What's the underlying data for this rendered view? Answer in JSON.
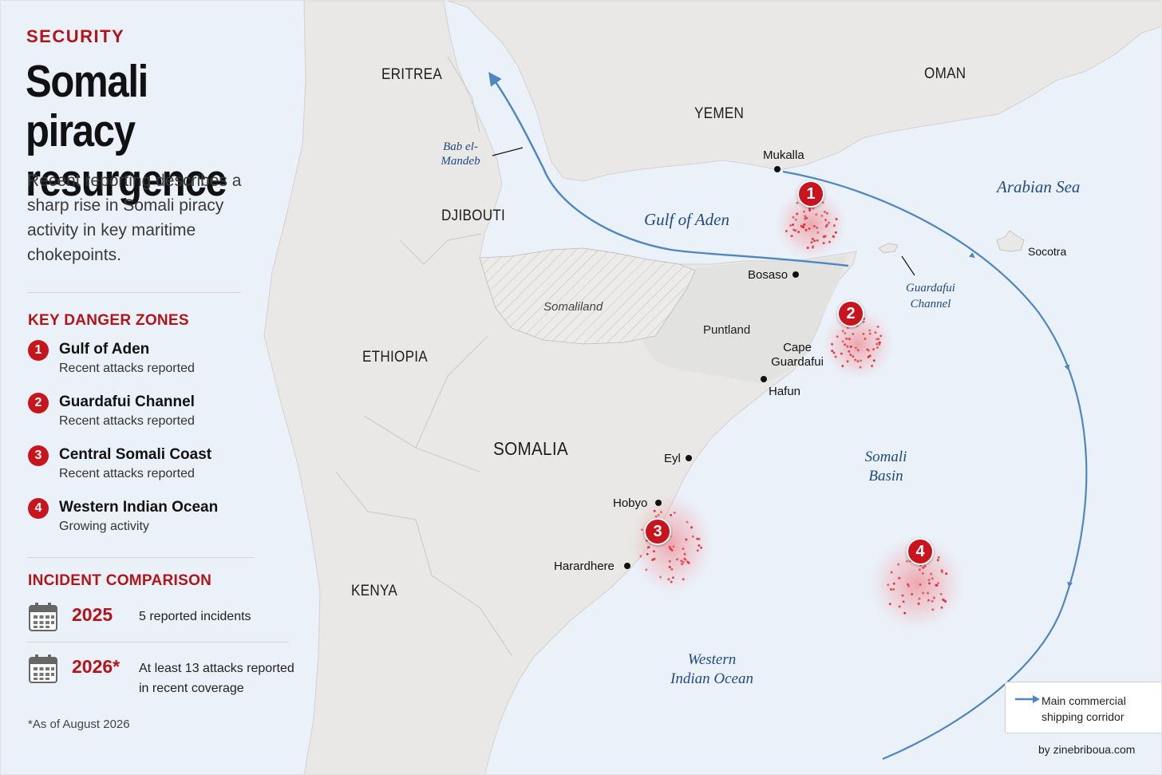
{
  "header": {
    "kicker": "SECURITY",
    "title": "Somali piracy resurgence",
    "subtitle": "Recent reporting describes a sharp rise in Somali piracy activity in key maritime chokepoints."
  },
  "zones": {
    "heading": "KEY DANGER ZONES",
    "items": [
      {
        "num": "1",
        "name": "Gulf of Aden",
        "desc": "Recent attacks reported"
      },
      {
        "num": "2",
        "name": "Guardafui Channel",
        "desc": "Recent attacks reported"
      },
      {
        "num": "3",
        "name": "Central Somali Coast",
        "desc": "Recent attacks reported"
      },
      {
        "num": "4",
        "name": "Western Indian Ocean",
        "desc": "Growing activity"
      }
    ]
  },
  "incidents": {
    "heading": "INCIDENT COMPARISON",
    "items": [
      {
        "year": "2025",
        "note": "5 reported incidents"
      },
      {
        "year": "2026*",
        "note": "At least 13 attacks reported in recent coverage"
      }
    ]
  },
  "footnote": "*As of August 2026",
  "map": {
    "countries": {
      "eritrea": "ERITREA",
      "yemen": "YEMEN",
      "oman": "OMAN",
      "djibouti": "DJIBOUTI",
      "ethiopia": "ETHIOPIA",
      "somalia": "SOMALIA",
      "kenya": "KENYA"
    },
    "regions": {
      "somaliland": "Somaliland",
      "puntland": "Puntland"
    },
    "cities": {
      "mukalla": "Mukalla",
      "bosaso": "Bosaso",
      "cape_guardafui": "Cape Guardafui",
      "hafun": "Hafun",
      "eyl": "Eyl",
      "hobyo": "Hobyo",
      "harardhere": "Harardhere",
      "socotra": "Socotra"
    },
    "waters": {
      "bab": "Bab el-Mandeb",
      "gulf": "Gulf of Aden",
      "arabian": "Arabian Sea",
      "guardafui": "Guardafui Channel",
      "basin": "Somali Basin",
      "wio": "Western Indian Ocean"
    },
    "markers": [
      "1",
      "2",
      "3",
      "4"
    ],
    "colors": {
      "sea": "#eaf1f9",
      "land": "#e9e8e6",
      "hotspot": "#e0242c",
      "route": "#4f86c2"
    }
  },
  "legend": {
    "label": "Main commercial shipping corridor"
  },
  "credit": "by zinebriboua.com"
}
